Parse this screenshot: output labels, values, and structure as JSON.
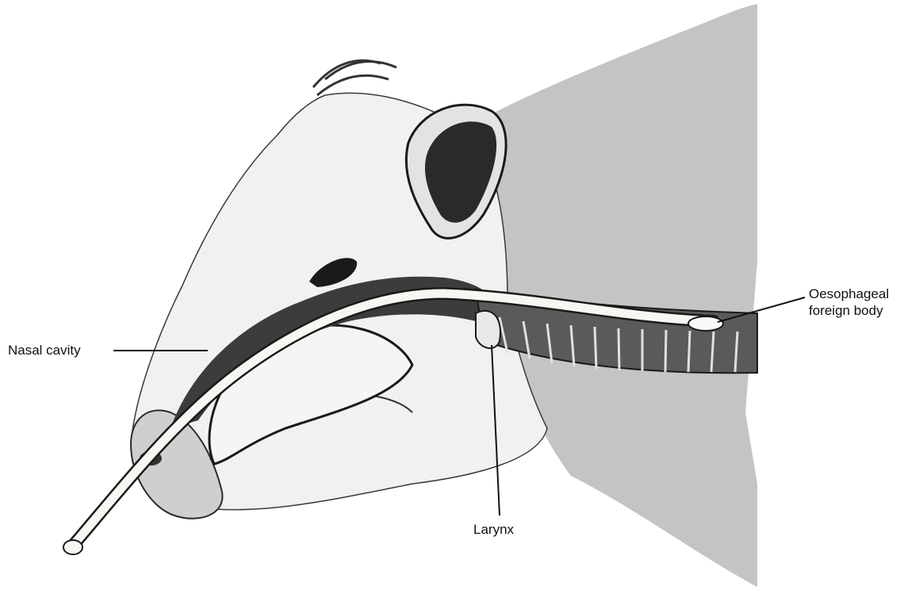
{
  "labels": {
    "nasal_cavity": "Nasal cavity",
    "larynx": "Larynx",
    "oesophageal_line1": "Oesophageal",
    "oesophageal_line2": "foreign body"
  },
  "colors": {
    "neck_shading": "#c4c4c4",
    "head_fill": "#f1f1f1",
    "outline": "#1a1a1a",
    "tube": "#f7f7f2",
    "oesophagus_wall": "#5a5a5a"
  }
}
